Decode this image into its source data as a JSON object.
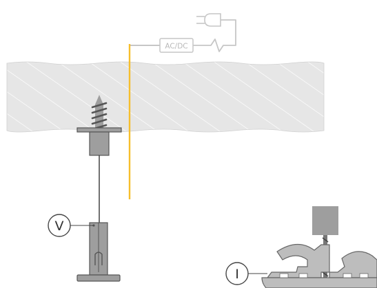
{
  "labels": {
    "power_adapter": "AC/DC",
    "marker_v": "V",
    "marker_i": "I"
  },
  "colors": {
    "ceiling_fill": "#e6e6e6",
    "ceiling_hatch": "#ffffff",
    "hardware_grey": "#9e9e9e",
    "hardware_dark": "#555555",
    "cable_yellow": "#f6be2c",
    "power_outline": "#c6c6c6",
    "wire": "#333333",
    "marker_stroke": "#444444",
    "profile_fill": "#bdbdbd",
    "profile_stroke": "#666666"
  },
  "icons": {
    "plug": "power-plug-icon",
    "adapter": "ac-dc-adapter-icon",
    "screw": "screw-icon",
    "drill": "drill-bit-icon"
  }
}
